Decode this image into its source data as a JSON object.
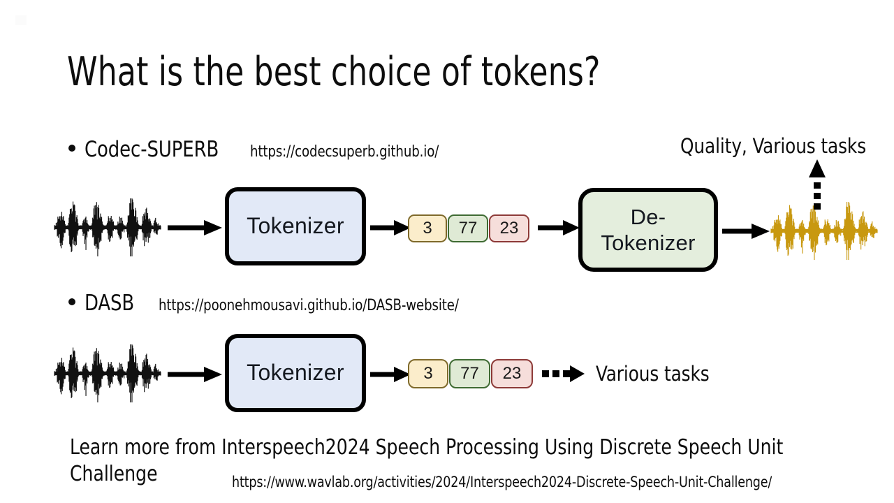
{
  "slide": {
    "title": "What is the best choice of tokens?",
    "background": "#ffffff"
  },
  "bullets": [
    {
      "label": "Codec-SUPERB",
      "url": "https://codecsuperb.github.io/"
    },
    {
      "label": "DASB",
      "url": "https://poonehmousavi.github.io/DASB-website/"
    }
  ],
  "pipeline_top": {
    "input_waveform": {
      "icon": "audio-waveform-icon",
      "color": "#111111"
    },
    "tokenizer": {
      "label": "Tokenizer",
      "fill": "#e2e9f7",
      "border": "#000000"
    },
    "tokens": [
      {
        "value": "3",
        "fill": "#fbedcb",
        "border": "#7f6a2b"
      },
      {
        "value": "77",
        "fill": "#dfead5",
        "border": "#3f6b33"
      },
      {
        "value": "23",
        "fill": "#f6dedb",
        "border": "#8d3a38"
      }
    ],
    "detokenizer": {
      "label": "De-\nTokenizer",
      "fill": "#e4eedd",
      "border": "#000000"
    },
    "output_waveform": {
      "icon": "audio-waveform-icon",
      "color": "#c8980f"
    },
    "outcome_label": "Quality, Various tasks"
  },
  "pipeline_bottom": {
    "input_waveform": {
      "icon": "audio-waveform-icon",
      "color": "#111111"
    },
    "tokenizer": {
      "label": "Tokenizer",
      "fill": "#e2e9f7",
      "border": "#000000"
    },
    "tokens": [
      {
        "value": "3",
        "fill": "#fbedcb",
        "border": "#7f6a2b"
      },
      {
        "value": "77",
        "fill": "#dfead5",
        "border": "#3f6b33"
      },
      {
        "value": "23",
        "fill": "#f6dedb",
        "border": "#8d3a38"
      }
    ],
    "outcome_label": "Various tasks"
  },
  "footer": {
    "text": "Learn more from Interspeech2024 Speech Processing Using Discrete Speech Unit Challenge",
    "url": "https://www.wavlab.org/activities/2024/Interspeech2024-Discrete-Speech-Unit-Challenge/"
  }
}
